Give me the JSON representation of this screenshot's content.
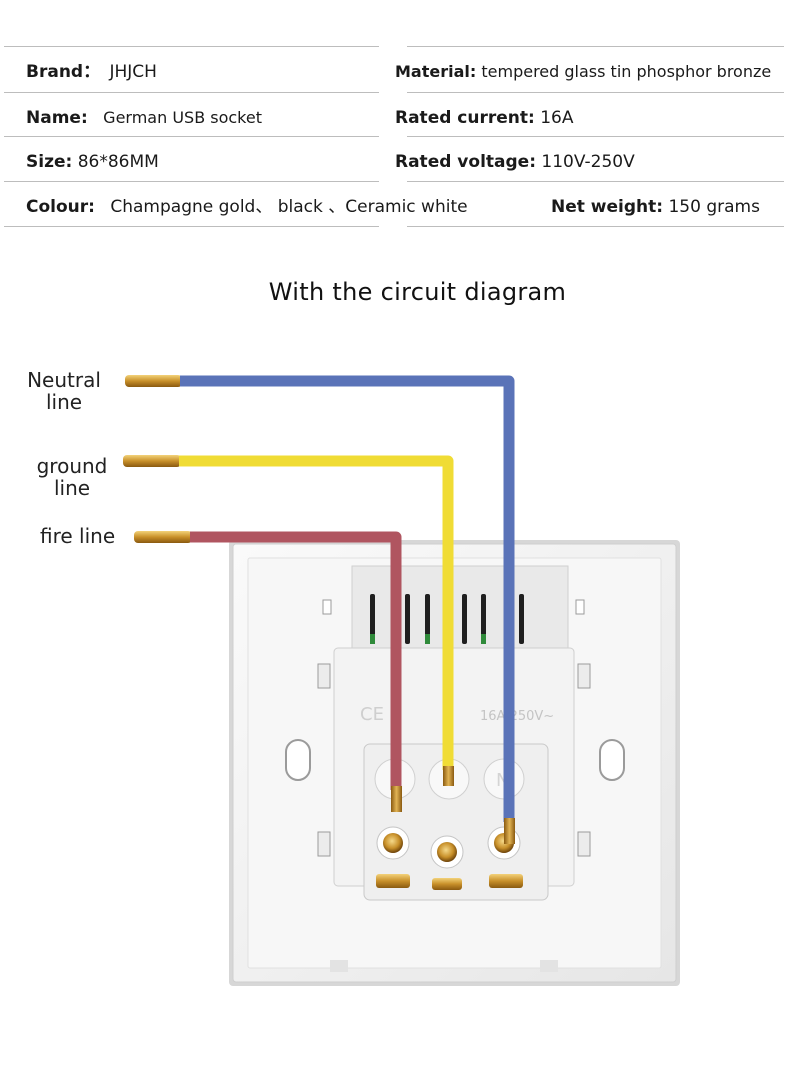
{
  "specs": {
    "brand": {
      "label": "Brand",
      "sep": "：",
      "value": "JHJCH"
    },
    "material": {
      "label": "Material",
      "sep": ":",
      "value": "tempered glass tin phosphor bronze"
    },
    "name": {
      "label": "Name",
      "sep": ":",
      "value": "German USB socket"
    },
    "rated_current": {
      "label": "Rated current",
      "sep": ":",
      "value": "16A"
    },
    "size": {
      "label": "Size",
      "sep": ":",
      "value": "86*86MM"
    },
    "rated_voltage": {
      "label": "Rated voltage",
      "sep": ":",
      "value": "110V-250V"
    },
    "colour": {
      "label": "Colour",
      "sep": ":",
      "value": "Champagne gold、 black 、Ceramic white"
    },
    "net_weight": {
      "label": "Net weight",
      "sep": ":",
      "value": "150 grams"
    }
  },
  "title": "With the circuit diagram",
  "wires": {
    "neutral": {
      "label_line1": "Neutral",
      "label_line2": "line",
      "color": "#5a73b8"
    },
    "ground": {
      "label_line1": "ground",
      "label_line2": "line",
      "color": "#f0dc35"
    },
    "fire": {
      "label_line1": "fire line",
      "color": "#b05560"
    }
  },
  "socket": {
    "rating_mark": "16A 250V~",
    "ce_mark": "CE",
    "terminal_n": "N"
  },
  "colors": {
    "copper": "#c8902a",
    "plate": "#f2f2f2",
    "rule": "#bdbdbd"
  }
}
